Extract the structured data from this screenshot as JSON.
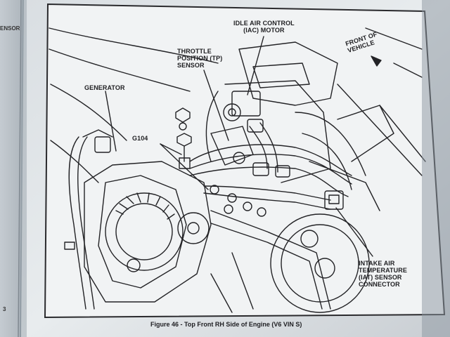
{
  "labels": {
    "iac": [
      "IDLE AIR CONTROL",
      "(IAC) MOTOR"
    ],
    "tp": [
      "THROTTLE",
      "POSITION (TP)",
      "SENSOR"
    ],
    "generator": "GENERATOR",
    "g104": "G104",
    "front": [
      "FRONT OF",
      "VEHICLE"
    ],
    "iat": [
      "INTAKE AIR",
      "TEMPERATURE",
      "(IAT) SENSOR",
      "CONNECTOR"
    ]
  },
  "caption": "Figure 46 - Top Front RH Side of Engine (V6  VIN S)",
  "side_fragments": [
    "ENSOR",
    "3"
  ],
  "colors": {
    "background": "#8f9aa3",
    "page": "#eceff1",
    "ink": "#232326"
  }
}
